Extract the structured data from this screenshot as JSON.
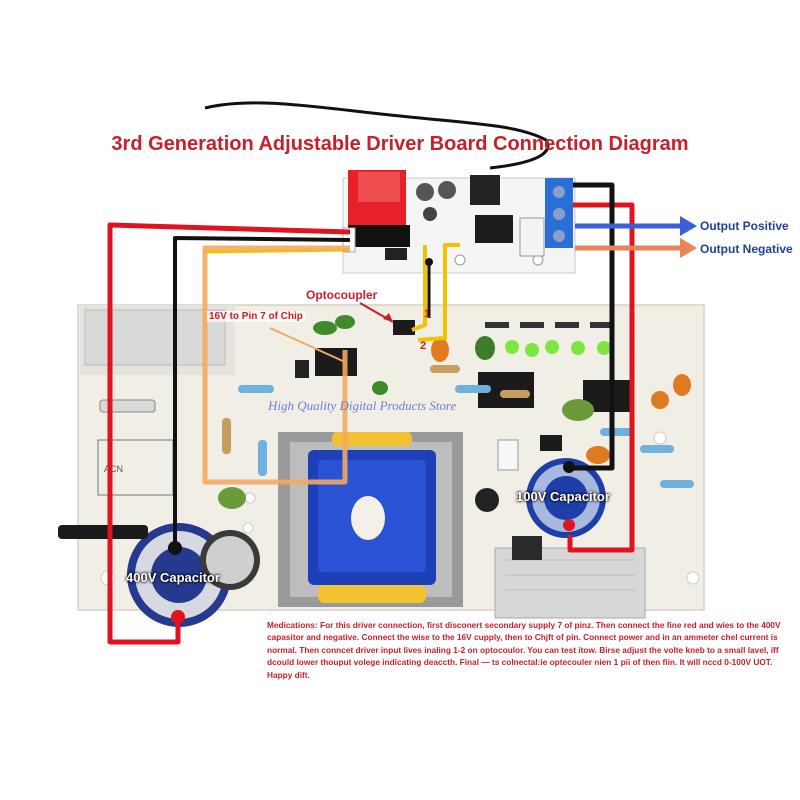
{
  "title": "3rd Generation Adjustable Driver Board Connection Diagram",
  "labels": {
    "output_positive": "Output Positive",
    "output_negative": "Output Negative",
    "optocoupler": "Optocoupler",
    "pin7_note": "16V to Pin 7 of Chip",
    "capacitor_100v": "100V Capacitor",
    "capacitor_400v": "400V Capacitor",
    "pin_1": "1",
    "pin_2": "2",
    "watermark": "High Quality Digital Products Store"
  },
  "notes": "Medications: For this driver connection, first disconert secondary supply 7 of pinz. Then connect the fine red and wies to the 400V capasitor and negative. Connect the wise to the 16V cupply, then to Chjft of pin. Connect power and in an ammeter chel current is normal. Then conncet driver input lives inaling 1-2 on optocoulor. You can test itow. Birse adjust the volte kneb to a small lavel, iff dcould lower thouput volege indicating deaccth. Final — ts colnectal:ie optecouler nien 1 pii of then fiin. It will nccd 0-100V UOT. Happy dift.",
  "colors": {
    "title": "#c8202a",
    "wire_red": "#e0141e",
    "wire_black": "#111111",
    "wire_yellow": "#f2c200",
    "wire_orange": "#f4a860",
    "arrow_blue": "#3b5fd8",
    "arrow_orange": "#e8845a",
    "pcb": "#f1eee5"
  }
}
